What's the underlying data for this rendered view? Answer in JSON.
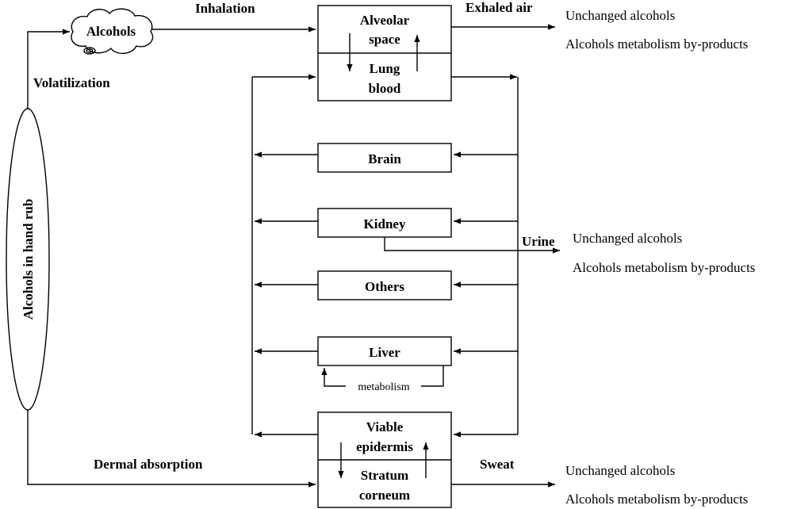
{
  "source": {
    "label": "Alcohols in hand rub"
  },
  "cloud": {
    "label": "Alcohols"
  },
  "routes": {
    "volatilization": "Volatilization",
    "inhalation": "Inhalation",
    "dermal_absorption": "Dermal absorption"
  },
  "lung": {
    "upper_line1": "Alveolar",
    "upper_line2": "space",
    "lower_line1": "Lung",
    "lower_line2": "blood"
  },
  "organs": {
    "brain": "Brain",
    "kidney": "Kidney",
    "others": "Others",
    "liver": "Liver",
    "metabolism": "metabolism"
  },
  "skin": {
    "upper_line1": "Viable",
    "upper_line2": "epidermis",
    "lower_line1": "Stratum",
    "lower_line2": "corneum"
  },
  "excretion": {
    "exhaled": {
      "label": "Exhaled air",
      "out1": "Unchanged alcohols",
      "out2": "Alcohols metabolism by-products"
    },
    "urine": {
      "label": "Urine",
      "out1": "Unchanged alcohols",
      "out2": "Alcohols metabolism by-products"
    },
    "sweat": {
      "label": "Sweat",
      "out1": "Unchanged alcohols",
      "out2": "Alcohols metabolism by-products"
    }
  }
}
